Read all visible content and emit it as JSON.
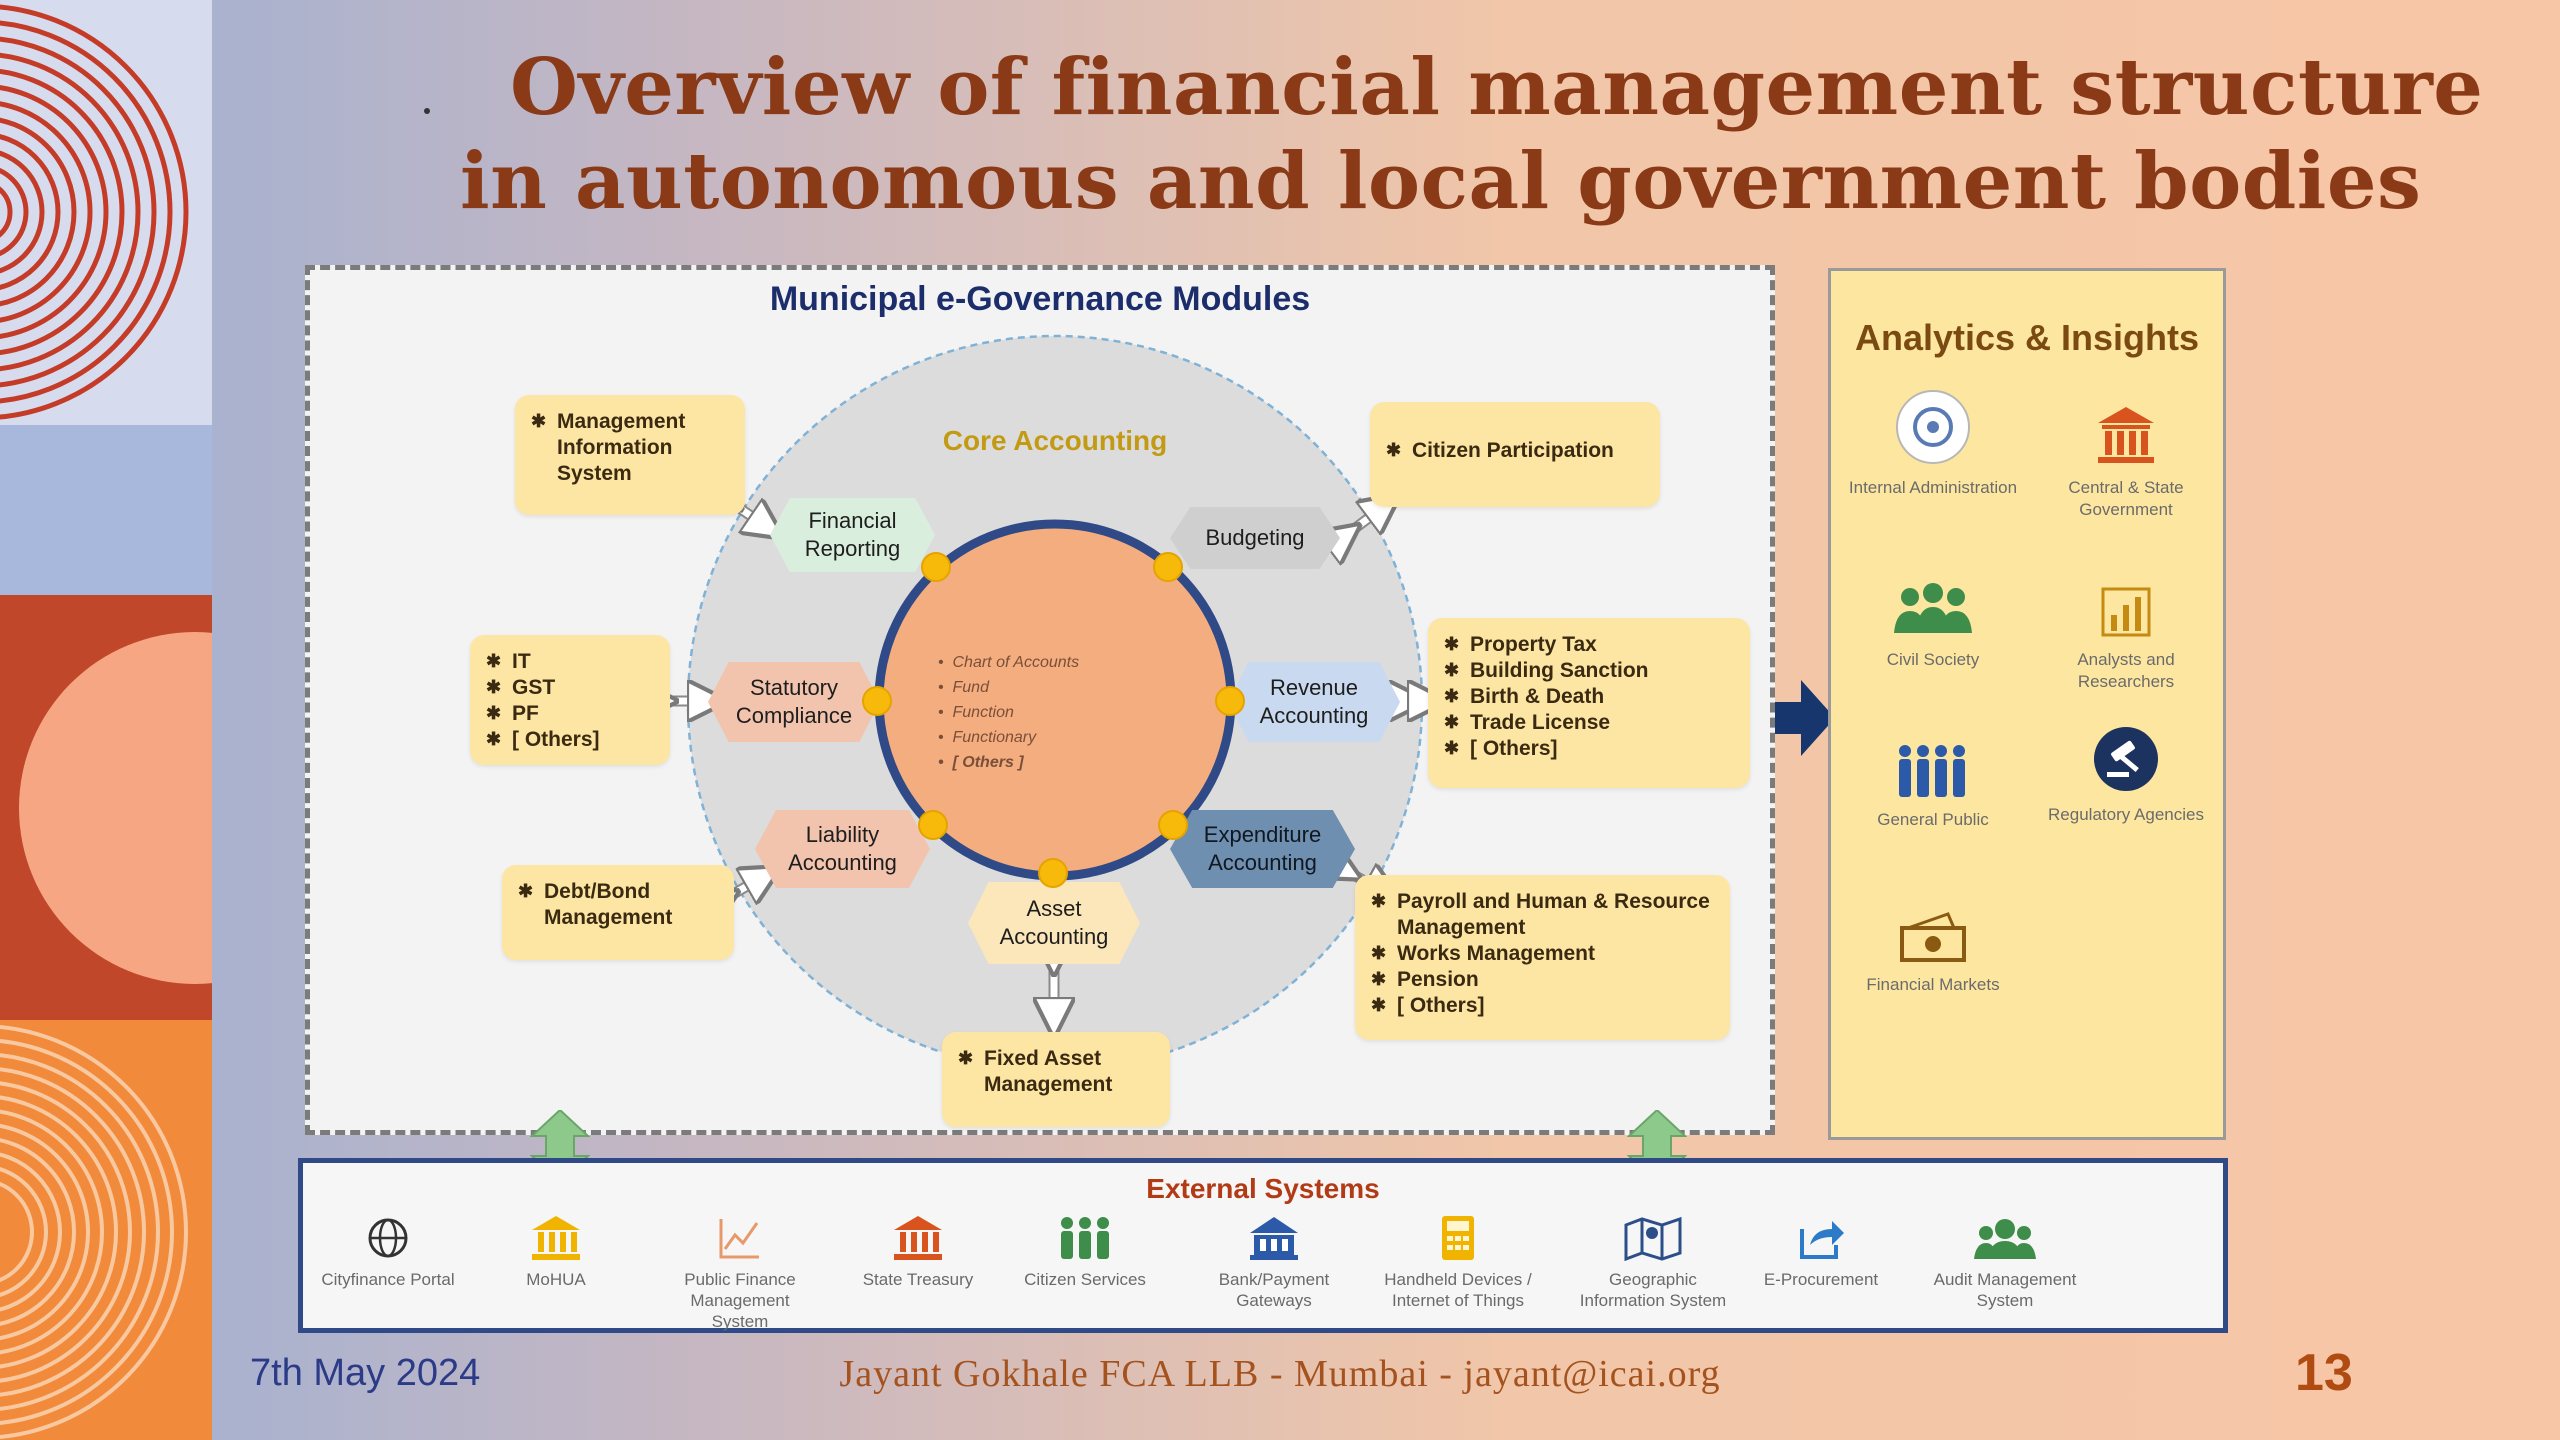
{
  "slide": {
    "title_line1": "Overview of financial management structure",
    "title_line2": "in  autonomous and local government bodies"
  },
  "diagram": {
    "title": "Municipal e-Governance Modules",
    "core_title": "Core Accounting",
    "core_items": [
      "Chart of Accounts",
      "Fund",
      "Function",
      "Functionary",
      "[ Others ]"
    ],
    "modules": {
      "financial_reporting": [
        "Financial",
        "Reporting"
      ],
      "budgeting": [
        "Budgeting"
      ],
      "statutory_compliance": [
        "Statutory",
        "Compliance"
      ],
      "revenue_accounting": [
        "Revenue",
        "Accounting"
      ],
      "liability_accounting": [
        "Liability",
        "Accounting"
      ],
      "expenditure_accounting": [
        "Expenditure",
        "Accounting"
      ],
      "asset_accounting": [
        "Asset",
        "Accounting"
      ]
    },
    "boxes": {
      "mis": [
        "Management",
        "Information",
        "System"
      ],
      "citizen": [
        "Citizen Participation"
      ],
      "statutory": [
        "IT",
        "GST",
        "PF",
        "[ Others]"
      ],
      "revenue": [
        "Property Tax",
        "Building Sanction",
        "Birth & Death",
        "Trade License",
        "[ Others]"
      ],
      "debt": [
        "Debt/Bond",
        "Management"
      ],
      "expenditure": [
        "Payroll and Human  & Resource Management",
        "Works Management",
        "Pension",
        "[ Others]"
      ],
      "fixed_asset": [
        "Fixed Asset",
        "Management"
      ]
    }
  },
  "analytics": {
    "title": "Analytics & Insights",
    "items": [
      {
        "label": "Internal Administration",
        "icon": "emblem-icon"
      },
      {
        "label": "Central & State Government",
        "icon": "government-building-icon"
      },
      {
        "label": "Civil Society",
        "icon": "people-group-icon"
      },
      {
        "label": "Analysts and Researchers",
        "icon": "bar-chart-icon"
      },
      {
        "label": "General Public",
        "icon": "crowd-icon"
      },
      {
        "label": "Regulatory Agencies",
        "icon": "gavel-icon"
      },
      {
        "label": "Financial Markets",
        "icon": "money-icon"
      }
    ]
  },
  "external": {
    "title": "External Systems",
    "items": [
      {
        "label": "Cityfinance Portal",
        "icon": "globe-icon"
      },
      {
        "label": "MoHUA",
        "icon": "ministry-building-icon"
      },
      {
        "label": "Public Finance Management System",
        "icon": "line-chart-icon"
      },
      {
        "label": "State Treasury",
        "icon": "treasury-building-icon"
      },
      {
        "label": "Citizen Services",
        "icon": "citizens-icon"
      },
      {
        "label": "Bank/Payment Gateways",
        "icon": "bank-icon"
      },
      {
        "label": "Handheld Devices / Internet of Things",
        "icon": "calculator-icon"
      },
      {
        "label": "Geographic Information System",
        "icon": "map-icon"
      },
      {
        "label": "E-Procurement",
        "icon": "share-arrow-icon"
      },
      {
        "label": "Audit Management System",
        "icon": "audit-people-icon"
      }
    ]
  },
  "footer": {
    "date": "7th May 2024",
    "author": "Jayant Gokhale FCA LLB - Mumbai - jayant@icai.org",
    "page": "13"
  },
  "colors": {
    "title": "#8a3a16",
    "ring": "#2f4a86",
    "core_fill": "#f4ad7e",
    "yellow_box": "#fde6a3",
    "node": "#f7b90a",
    "arrow_green": "#8dc98a"
  }
}
